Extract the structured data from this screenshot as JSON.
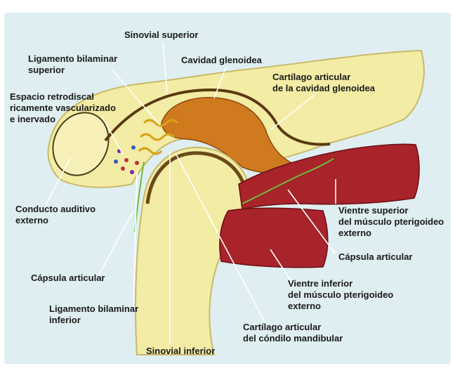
{
  "colors": {
    "background": "#dfeef0",
    "bone": "#f3eca5",
    "bone_edge": "#c9b96a",
    "cartilage": "#cf7a1f",
    "muscle": "#a8232a",
    "capsule": "#7a5a2a",
    "nerve_line": "#6bbf3a",
    "label_text": "#1a1a1a",
    "leader_line": "#ffffff"
  },
  "labels": {
    "sinovial_superior": "Sinovial superior",
    "ligamento_bilaminar_superior": "Ligamento bilaminar\nsuperior",
    "cavidad_glenoidea": "Cavidad glenoidea",
    "cartilago_cavidad": "Cartílago articular\nde la cavidad glenoidea",
    "espacio_retrodiscal": "Espacio retrodiscal\nricamente vascularizado\ne inervado",
    "conducto_auditivo": "Conducto auditivo\nexterno",
    "vientre_superior": "Vientre superior\ndel músculo pterigoideo\nexterno",
    "capsula_articular_right": "Cápsula articular",
    "capsula_articular_left": "Cápsula articular",
    "vientre_inferior": "Vientre inferior\ndel músculo pterigoideo\nexterno",
    "ligamento_bilaminar_inferior": "Ligamento bilaminar\ninferior",
    "cartilago_condilo": "Cartílago articular\ndel cóndilo mandibular",
    "sinovial_inferior": "Sinovial inferior"
  }
}
